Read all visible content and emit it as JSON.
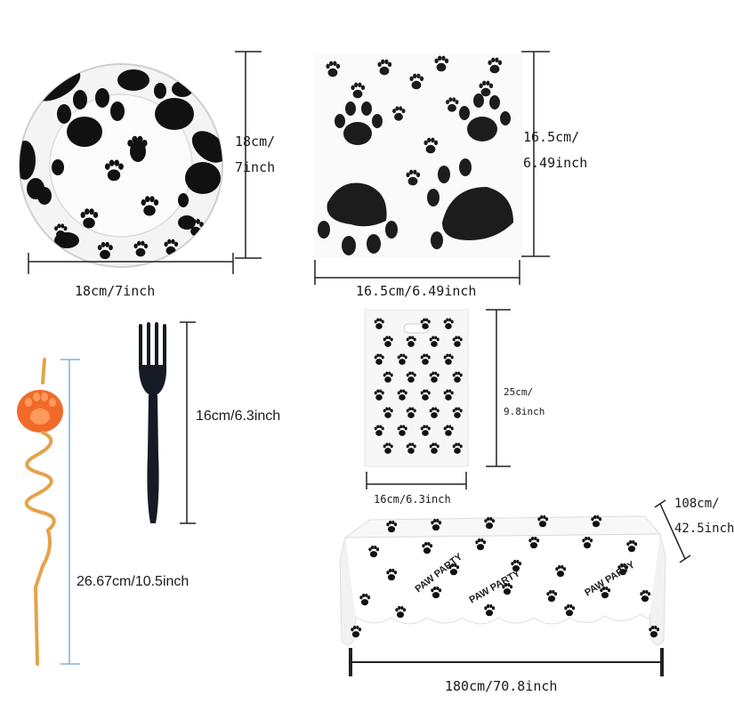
{
  "items": {
    "plate": {
      "diameter_label": "18cm/7inch",
      "height_label_line1": "18cm/",
      "height_label_line2": "7inch"
    },
    "napkin": {
      "width_label": "16.5cm/6.49inch",
      "height_label_line1": "16.5cm/",
      "height_label_line2": "6.49inch"
    },
    "fork": {
      "length_label": "16cm/6.3inch",
      "color": "#151a24"
    },
    "straw": {
      "length_label": "26.67cm/10.5inch",
      "topper_color": "#f26a2a",
      "straw_color": "#e5a24a"
    },
    "bag": {
      "width_label": "16cm/6.3inch",
      "height_label_line1": "25cm/",
      "height_label_line2": "9.8inch"
    },
    "tablecloth": {
      "width_label": "180cm/70.8inch",
      "depth_label_line1": "108cm/",
      "depth_label_line2": "42.5inch",
      "print_text": "PAW PARTY"
    }
  },
  "colors": {
    "paw": "#111111",
    "dimension_line": "#222222",
    "straw_dimension_line": "#7fb4e0"
  }
}
